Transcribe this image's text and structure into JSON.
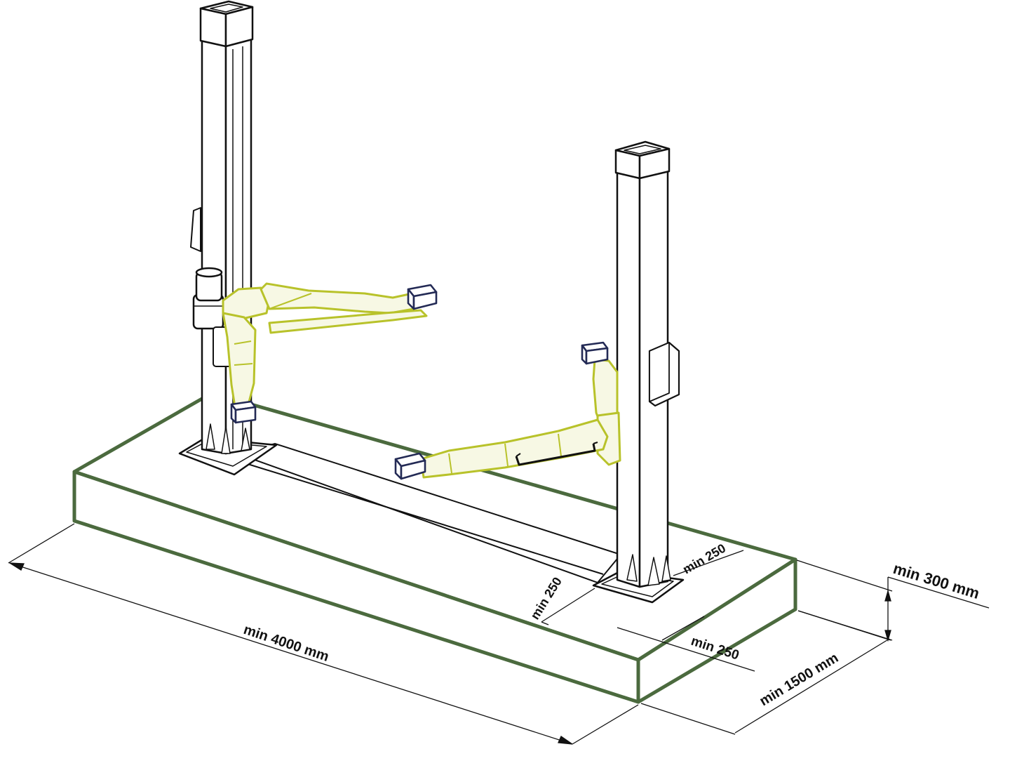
{
  "labels": {
    "length": "min 4000 mm",
    "width": "min 1500 mm",
    "depth": "min 300 mm",
    "clearance_front": "min 250",
    "clearance_side": "min 250",
    "clearance_rear": "min 250"
  },
  "colors": {
    "foundation": "#4b6a3e",
    "arm": "#b8c22a",
    "arm_fill": "#f7f8e4",
    "pad": "#232a55",
    "line": "#111111"
  }
}
